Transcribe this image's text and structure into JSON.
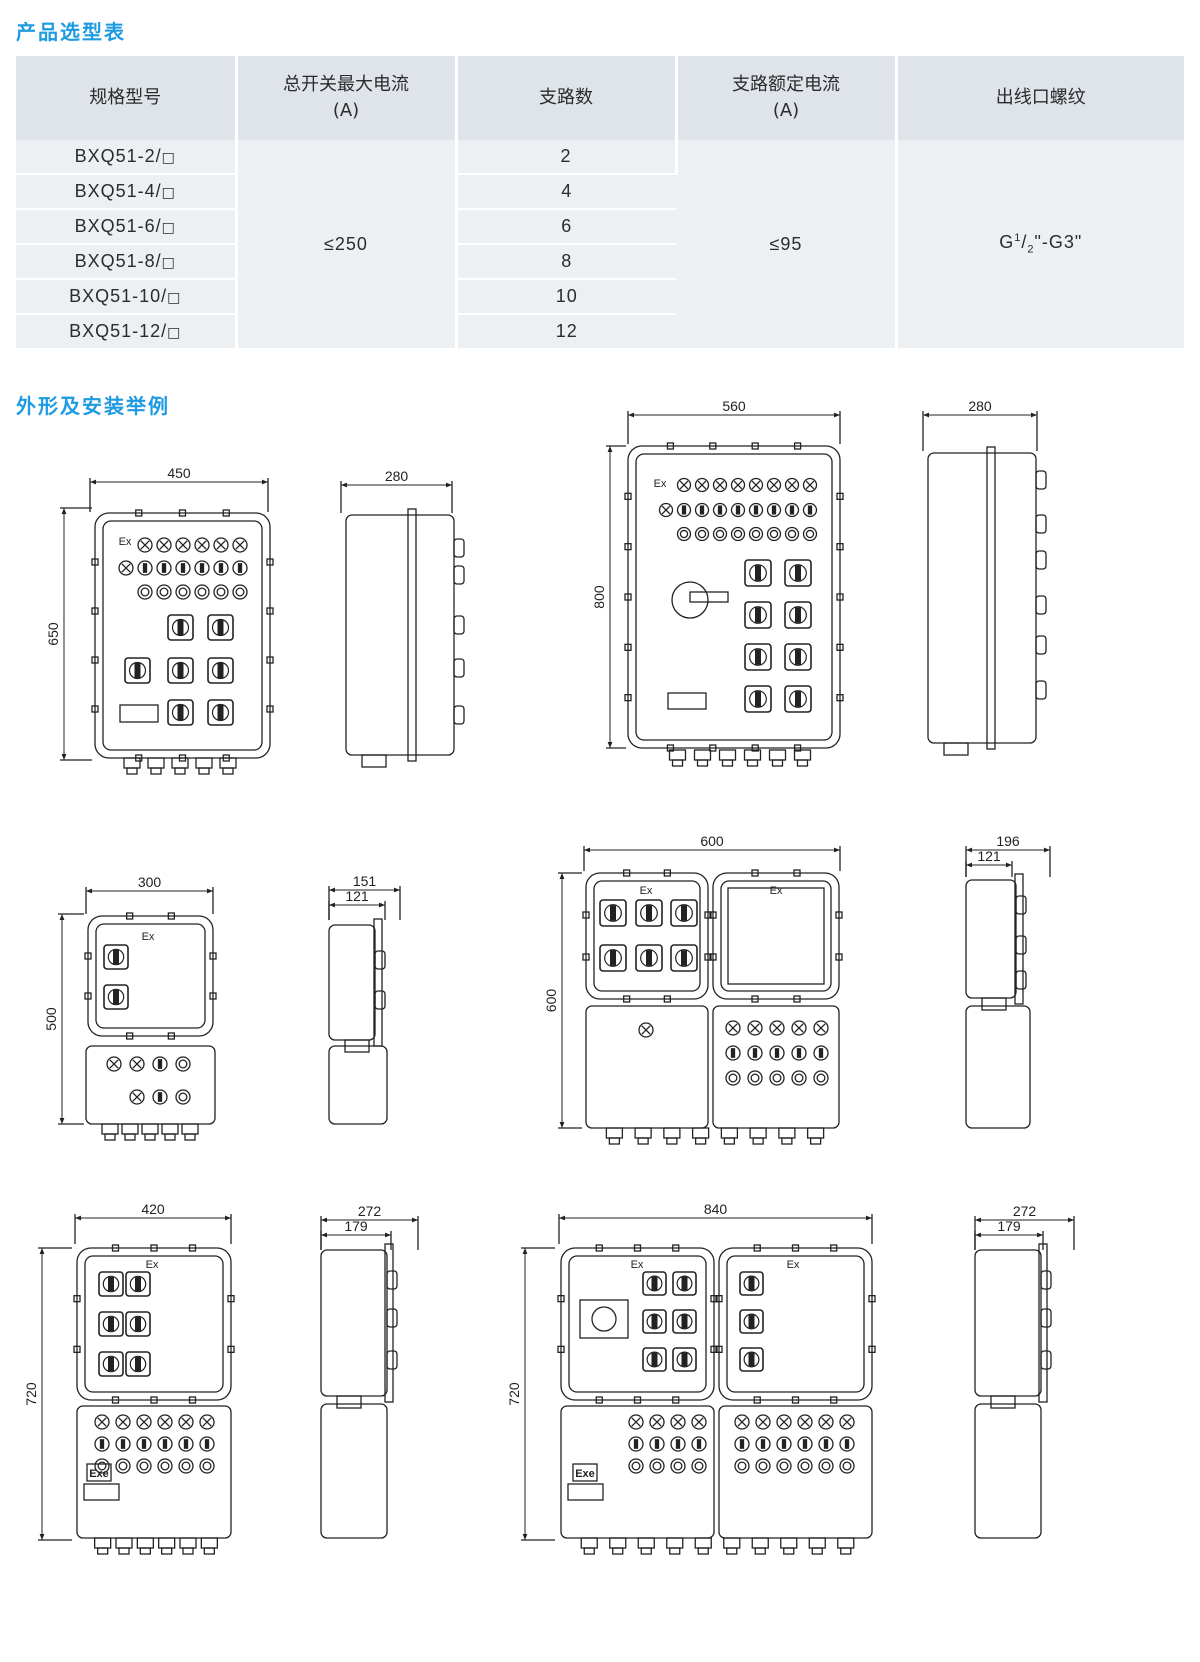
{
  "headings": {
    "selection_table": "产品选型表",
    "outline_install": "外形及安装举例"
  },
  "table": {
    "headers": {
      "model": "规格型号",
      "main_current_line1": "总开关最大电流",
      "main_current_line2": "(A)",
      "branches": "支路数",
      "branch_current_line1": "支路额定电流",
      "branch_current_line2": "(A)",
      "thread": "出线口螺纹"
    },
    "models": [
      "BXQ51-2/",
      "BXQ51-4/",
      "BXQ51-6/",
      "BXQ51-8/",
      "BXQ51-10/",
      "BXQ51-12/"
    ],
    "model_suffix_symbol": "□",
    "branch_counts": [
      "2",
      "4",
      "6",
      "8",
      "10",
      "12"
    ],
    "main_current": "≤250",
    "branch_current": "≤95",
    "thread": {
      "prefix": "G",
      "sup": "1",
      "slash": "/",
      "sub": "2",
      "suffix": "\"-G3\""
    }
  },
  "drawings": {
    "d450": {
      "width": "450",
      "height": "650",
      "depth": "280",
      "ex": "Ex"
    },
    "d560": {
      "width": "560",
      "height": "800",
      "depth": "280",
      "ex": "Ex"
    },
    "d300": {
      "width": "300",
      "height": "500",
      "depth": "151",
      "depth2": "121",
      "ex": "Ex"
    },
    "d600": {
      "width": "600",
      "height": "600",
      "depth": "196",
      "depth2": "121",
      "ex": "Ex"
    },
    "d420": {
      "width": "420",
      "height": "720",
      "depth": "272",
      "depth2": "179",
      "ex": "Ex",
      "exe": "Exe"
    },
    "d840": {
      "width": "840",
      "height": "720",
      "depth": "272",
      "depth2": "179",
      "ex": "Ex",
      "exe": "Exe"
    }
  }
}
